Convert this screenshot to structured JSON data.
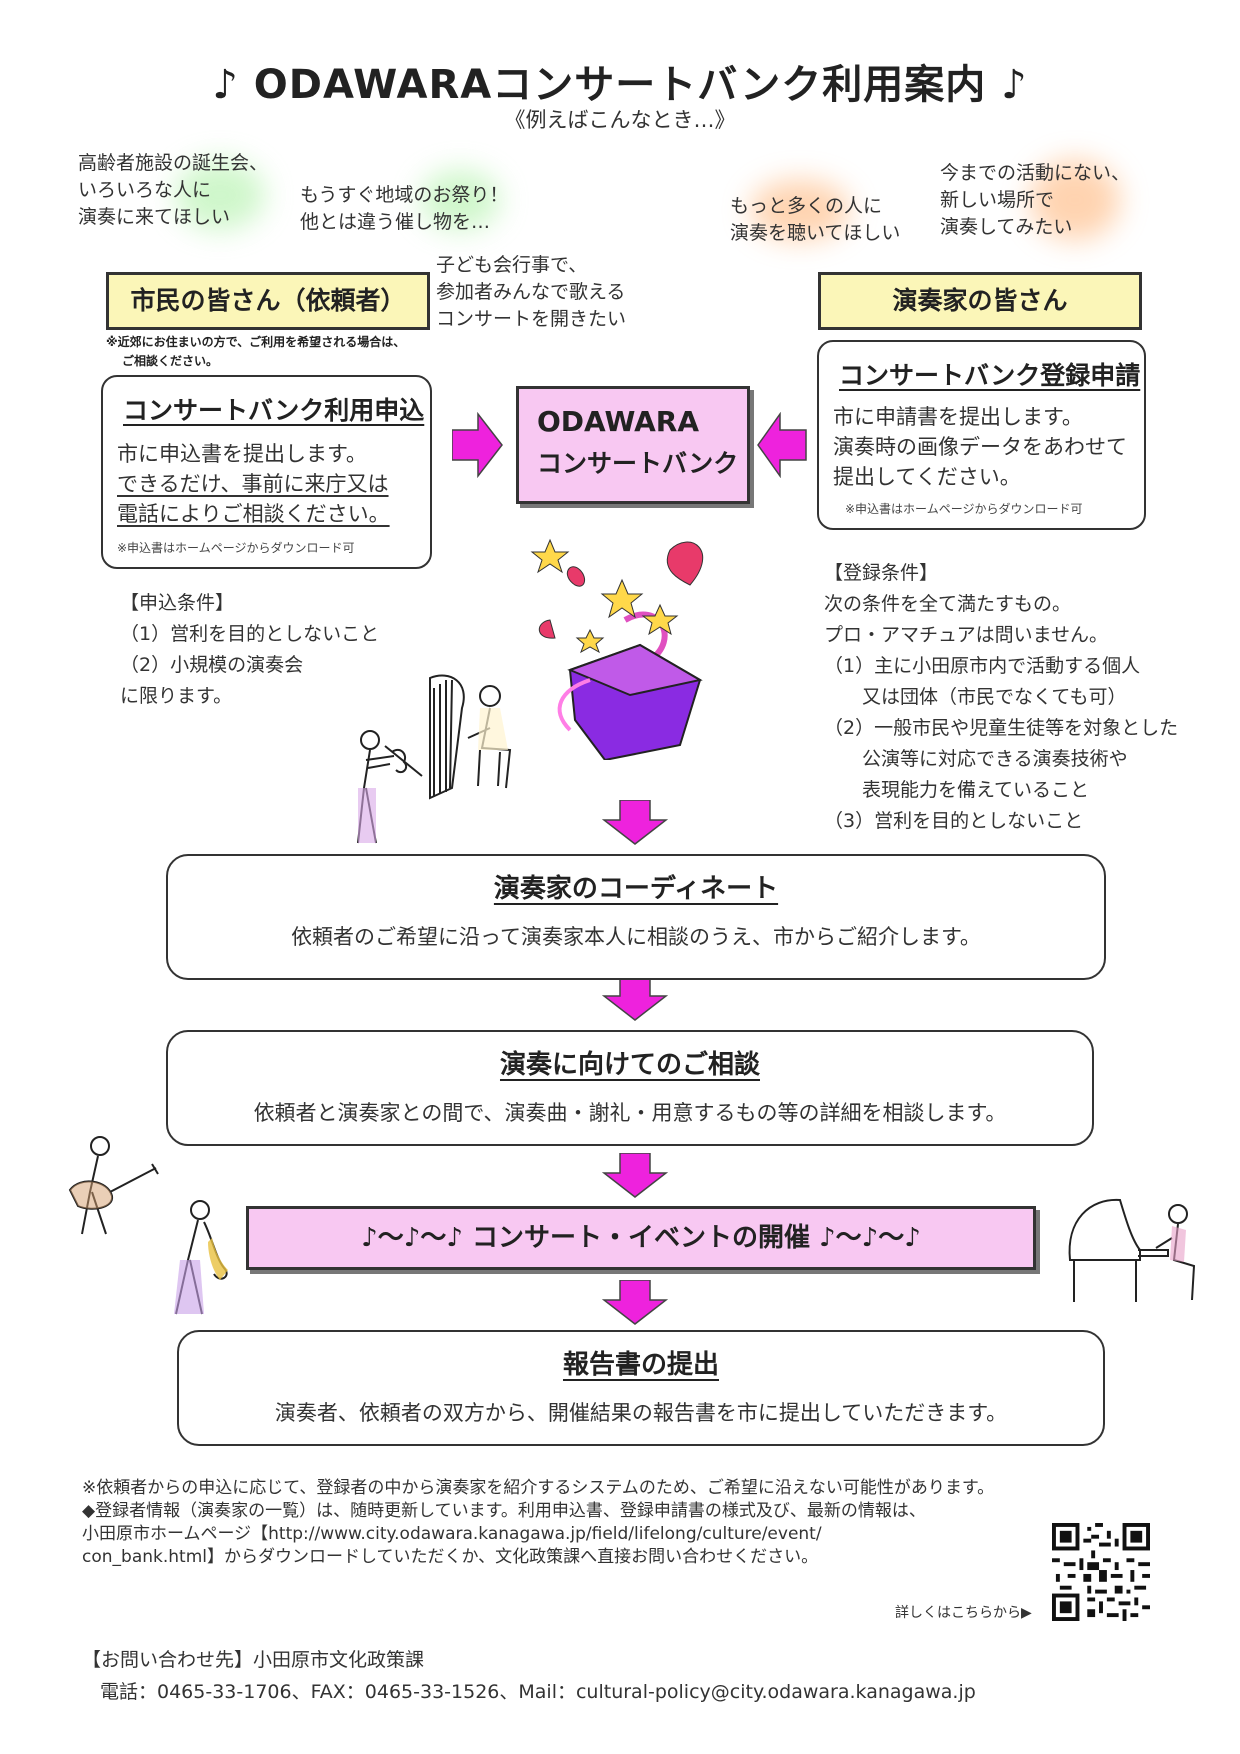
{
  "header": {
    "title": "♪ ODAWARAコンサートバンク利用案内 ♪",
    "subtitle": "《例えばこんなとき…》"
  },
  "examples": [
    {
      "lines": [
        "高齢者施設の誕生会、",
        "いろいろな人に",
        "演奏に来てほしい"
      ]
    },
    {
      "lines": [
        "もうすぐ地域のお祭り！",
        "他とは違う催し物を…"
      ]
    },
    {
      "lines": [
        "子ども会行事で、",
        "参加者みんなで歌える",
        "コンサートを開きたい"
      ]
    },
    {
      "lines": [
        "もっと多くの人に",
        "演奏を聴いてほしい"
      ]
    },
    {
      "lines": [
        "今までの活動にない、",
        "新しい場所で",
        "演奏してみたい"
      ]
    }
  ],
  "left": {
    "label": "市民の皆さん（依頼者）",
    "note": [
      "※近郊にお住まいの方で、ご利用を希望される場合は、",
      "ご相談ください。"
    ],
    "box_title": "コンサートバンク利用申込",
    "box_line1": "市に申込書を提出します。",
    "box_line2": "できるだけ、事前に来庁又は",
    "box_line3": "電話によりご相談ください。",
    "box_note": "※申込書はホームページからダウンロード可",
    "cond_title": "【申込条件】",
    "cond_items": [
      "（1）営利を目的としないこと",
      "（2）小規模の演奏会",
      "に限ります。"
    ]
  },
  "center": {
    "line1": "ODAWARA",
    "line2": "コンサートバンク"
  },
  "right": {
    "label": "演奏家の皆さん",
    "box_title": "コンサートバンク登録申請",
    "box_lines": [
      "市に申請書を提出します。",
      "演奏時の画像データをあわせて",
      "提出してください。"
    ],
    "box_note": "※申込書はホームページからダウンロード可",
    "cond_lines": [
      "【登録条件】",
      "次の条件を全て満たすもの。",
      "プロ・アマチュアは問いません。",
      "（1）主に小田原市内で活動する個人",
      "　　又は団体（市民でなくても可）",
      "（2）一般市民や児童生徒等を対象とした",
      "　　公演等に対応できる演奏技術や",
      "　　表現能力を備えていること",
      "（3）営利を目的としないこと"
    ]
  },
  "flow": {
    "coordinate_title": "演奏家のコーディネート",
    "coordinate_body": "依頼者のご希望に沿って演奏家本人に相談のうえ、市からご紹介します。",
    "consult_title": "演奏に向けてのご相談",
    "consult_body": "依頼者と演奏家との間で、演奏曲・謝礼・用意するもの等の詳細を相談します。",
    "event_title": "♪～♪～♪ コンサート・イベントの開催 ♪～♪～♪",
    "report_title": "報告書の提出",
    "report_body": "演奏者、依頼者の双方から、開催結果の報告書を市に提出していただきます。"
  },
  "footer": {
    "lines": [
      "※依頼者からの申込に応じて、登録者の中から演奏家を紹介するシステムのため、ご希望に沿えない可能性があります。",
      "◆登録者情報（演奏家の一覧）は、随時更新しています。利用申込書、登録申請書の様式及び、最新の情報は、",
      "小田原市ホームページ【http://www.city.odawara.kanagawa.jp/field/lifelong/culture/event/",
      "con_bank.html】からダウンロードしていただくか、文化政策課へ直接お問い合わせください。"
    ],
    "qr_label": "詳しくはこちらから▶",
    "contact_title": "【お問い合わせ先】小田原市文化政策課",
    "contact_line": "電話：0465-33-1706、FAX：0465-33-1526、Mail：cultural-policy@city.odawara.kanagawa.jp"
  },
  "colors": {
    "accent_magenta": "#ee22dd",
    "label_yellow": "#fbf6b8",
    "center_pink": "#f8c8f2"
  }
}
